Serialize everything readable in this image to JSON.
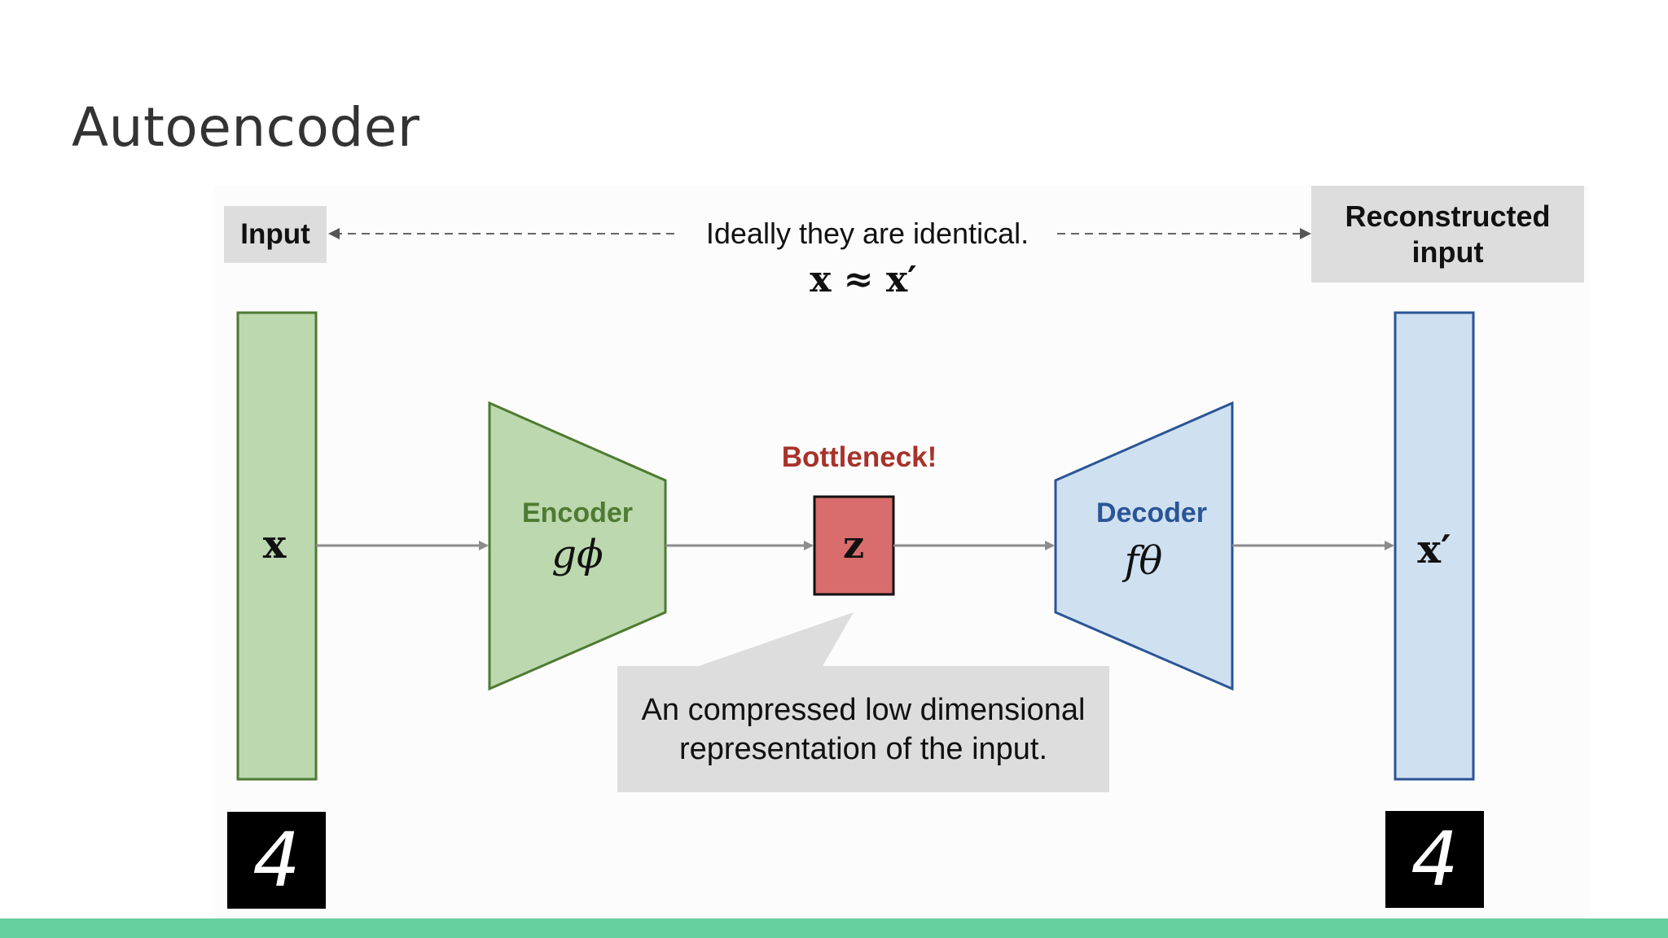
{
  "title": "Autoencoder",
  "labels": {
    "input": "Input",
    "reconstructed": "Reconstructed\ninput",
    "identical": "Ideally they are identical.",
    "formula": "x ≈ x′",
    "bottleneck": "Bottleneck!",
    "encoder": "Encoder",
    "encoder_fn": "gϕ",
    "decoder": "Decoder",
    "decoder_fn": "fθ",
    "z": "z",
    "x": "x",
    "x_prime": "x′",
    "callout": "An compressed low dimensional\nrepresentation of the input.",
    "digit_left": "4",
    "digit_right": "4"
  },
  "colors": {
    "encoder_fill": "#bcd8ae",
    "encoder_stroke": "#4e7a32",
    "decoder_fill": "#cfe0f1",
    "decoder_stroke": "#2a5596",
    "bottleneck_fill": "#d96c6c",
    "bottleneck_label": "#a8322a",
    "bottom_bar": "#66d19e"
  }
}
